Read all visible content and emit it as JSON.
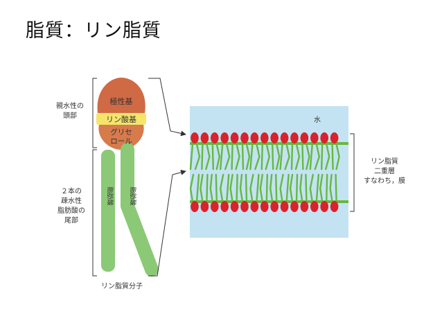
{
  "slide": {
    "title": "脂質：リン脂質"
  },
  "diagram": {
    "side_labels": {
      "hydrophilic_head": [
        "親水性の",
        "頭部"
      ],
      "hydrophobic_tails": [
        "２本の",
        "疎水性",
        "脂肪酸の",
        "尾部"
      ]
    },
    "molecule": {
      "polar_group": "極性基",
      "phosphate_group": "リン酸基",
      "glycerol": [
        "グリセ",
        "ロール"
      ],
      "fatty_acid_left": "脂肪酸",
      "fatty_acid_right": "脂肪酸",
      "caption": "リン脂質分子"
    },
    "membrane": {
      "water_label": "水",
      "bilayer_label": [
        "リン脂質",
        "二重層",
        "すなわち，膜"
      ]
    },
    "colors": {
      "head_red": "#d9222c",
      "tail_green": "#66b83f",
      "water_blue": "#c3e3f2",
      "polar_orange": "#cf6a45",
      "phosphate_yellow": "#f5e56b",
      "glycerol_orange": "#d77a4c",
      "fatty_acid_green": "#8bc976"
    }
  }
}
